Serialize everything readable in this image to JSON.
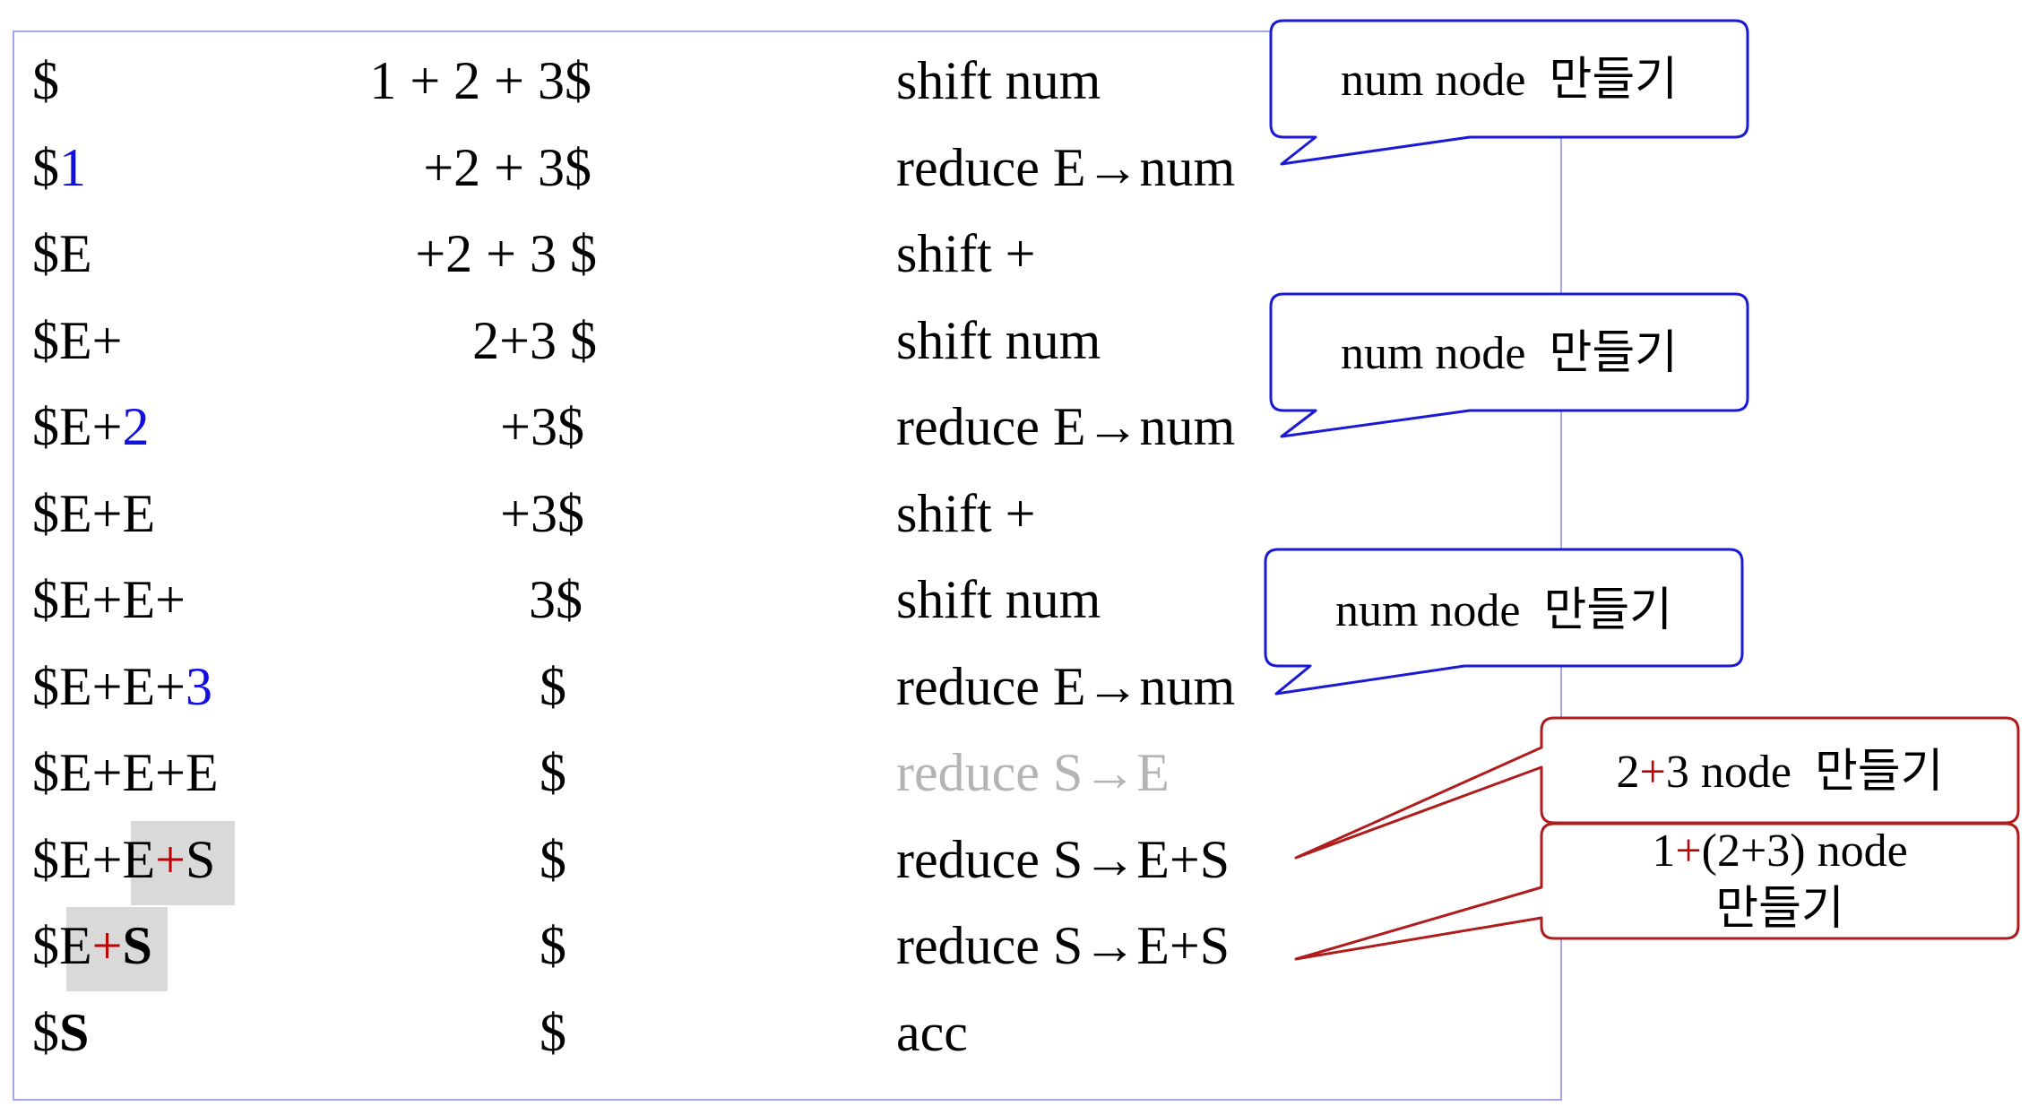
{
  "rows": [
    {
      "stack": [
        {
          "t": "$"
        }
      ],
      "input": "1 + 2 + 3$",
      "action": [
        {
          "t": "shift num"
        }
      ]
    },
    {
      "stack": [
        {
          "t": "$"
        },
        {
          "t": "1",
          "c": "blue"
        }
      ],
      "input": "+2 + 3$",
      "action": [
        {
          "t": "reduce E"
        },
        {
          "t": "→",
          "c": "bold"
        },
        {
          "t": "num"
        }
      ]
    },
    {
      "stack": [
        {
          "t": "$E"
        }
      ],
      "input": "+2 + 3 $",
      "action": [
        {
          "t": "shift +"
        }
      ]
    },
    {
      "stack": [
        {
          "t": "$E+"
        }
      ],
      "input": "2+3 $",
      "action": [
        {
          "t": "shift num"
        }
      ]
    },
    {
      "stack": [
        {
          "t": "$E+"
        },
        {
          "t": "2",
          "c": "blue"
        }
      ],
      "input": "+3$",
      "action": [
        {
          "t": "reduce E"
        },
        {
          "t": "→",
          "c": "bold"
        },
        {
          "t": "num"
        }
      ]
    },
    {
      "stack": [
        {
          "t": "$E+E"
        }
      ],
      "input": "+3$",
      "action": [
        {
          "t": "shift +"
        }
      ]
    },
    {
      "stack": [
        {
          "t": "$E+E+"
        }
      ],
      "input": "3$",
      "action": [
        {
          "t": "shift num"
        }
      ]
    },
    {
      "stack": [
        {
          "t": "$E+E+"
        },
        {
          "t": "3",
          "c": "blue"
        }
      ],
      "input": "$",
      "action": [
        {
          "t": "reduce E"
        },
        {
          "t": "→",
          "c": "bold"
        },
        {
          "t": "num"
        }
      ]
    },
    {
      "stack": [
        {
          "t": "$E+E+E"
        }
      ],
      "input": "$",
      "action": [
        {
          "t": "reduce S"
        },
        {
          "t": "→",
          "c": "bold"
        },
        {
          "t": "E"
        }
      ],
      "action_color": "grey"
    },
    {
      "stack": [
        {
          "t": "$E+E"
        },
        {
          "t": "+",
          "c": "red"
        },
        {
          "t": "S"
        }
      ],
      "input": "$",
      "action": [
        {
          "t": "reduce S"
        },
        {
          "t": "→",
          "c": "bold"
        },
        {
          "t": "E+S"
        }
      ]
    },
    {
      "stack": [
        {
          "t": "$E"
        },
        {
          "t": "+",
          "c": "red"
        },
        {
          "t": "S",
          "c": "bold"
        }
      ],
      "input": "$",
      "action": [
        {
          "t": "reduce S"
        },
        {
          "t": "→",
          "c": "bold"
        },
        {
          "t": "E+S"
        }
      ]
    },
    {
      "stack": [
        {
          "t": "$"
        },
        {
          "t": "S",
          "c": "bold"
        }
      ],
      "input": "$",
      "action": [
        {
          "t": "acc"
        }
      ]
    }
  ],
  "callouts": [
    {
      "lines": [
        [
          {
            "t": "num node  만들기"
          }
        ]
      ],
      "color": "#1a1ad6"
    },
    {
      "lines": [
        [
          {
            "t": "num node  만들기"
          }
        ]
      ],
      "color": "#1a1ad6"
    },
    {
      "lines": [
        [
          {
            "t": "num node  만들기"
          }
        ]
      ],
      "color": "#1a1ad6"
    },
    {
      "lines": [
        [
          {
            "t": "2"
          },
          {
            "t": "+",
            "c": "red"
          },
          {
            "t": "3 node  만들기"
          }
        ]
      ],
      "color": "#b01c1c"
    },
    {
      "lines": [
        [
          {
            "t": "1"
          },
          {
            "t": "+",
            "c": "red"
          },
          {
            "t": "(2+3) node"
          }
        ],
        [
          {
            "t": "만들기"
          }
        ]
      ],
      "color": "#b01c1c"
    }
  ],
  "colors": {
    "blue_text": "#1010e0",
    "red_text": "#c00000",
    "grey_text": "#b4b4b4",
    "frame": "#a5a5ee",
    "highlight": "#d9d9d9"
  }
}
